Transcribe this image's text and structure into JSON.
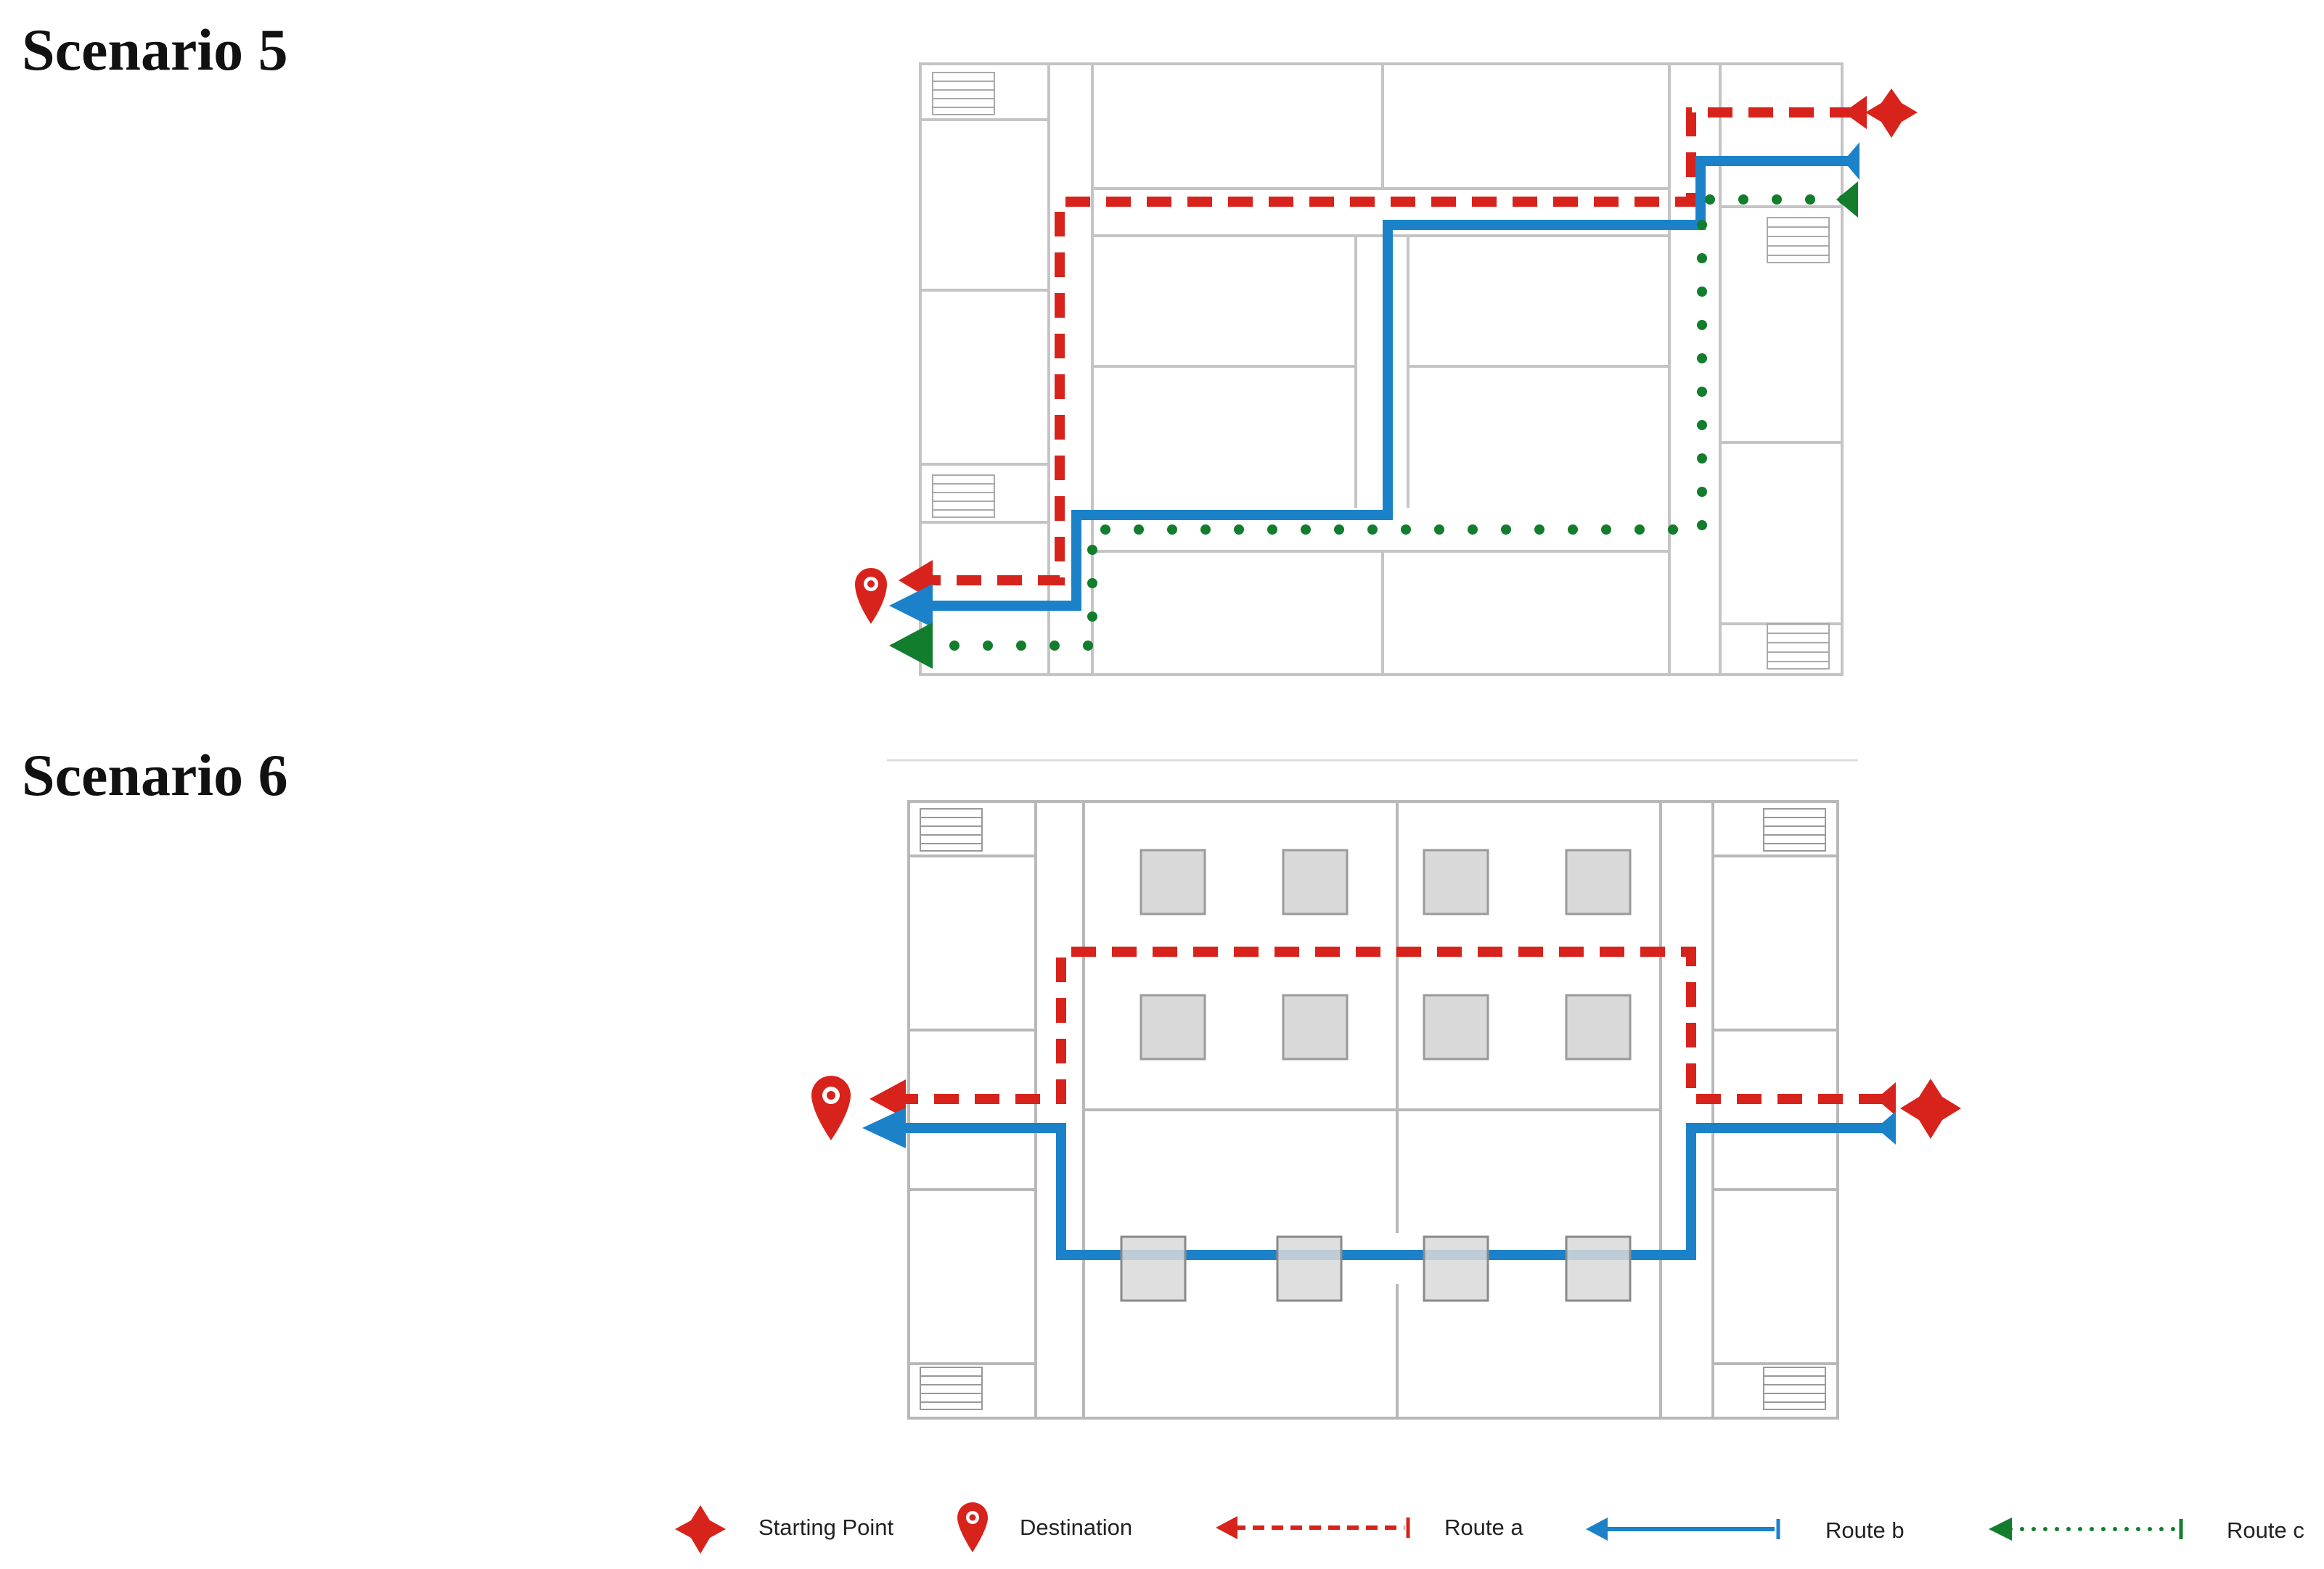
{
  "scenarios": [
    {
      "title": "Scenario 5"
    },
    {
      "title": "Scenario 6"
    }
  ],
  "legend": {
    "start": "Starting Point",
    "destination": "Destination",
    "route_a": "Route a",
    "route_b": "Route b",
    "route_c": "Route c"
  },
  "colors": {
    "route_a": "#d7231b",
    "route_b": "#1b82c9",
    "route_c": "#127d2c",
    "marker": "#d7231b",
    "walls": "#b8b8b8",
    "pillar": "#d9d9d9"
  },
  "icons": {
    "start": "four-point-star-icon",
    "destination": "map-pin-icon"
  }
}
